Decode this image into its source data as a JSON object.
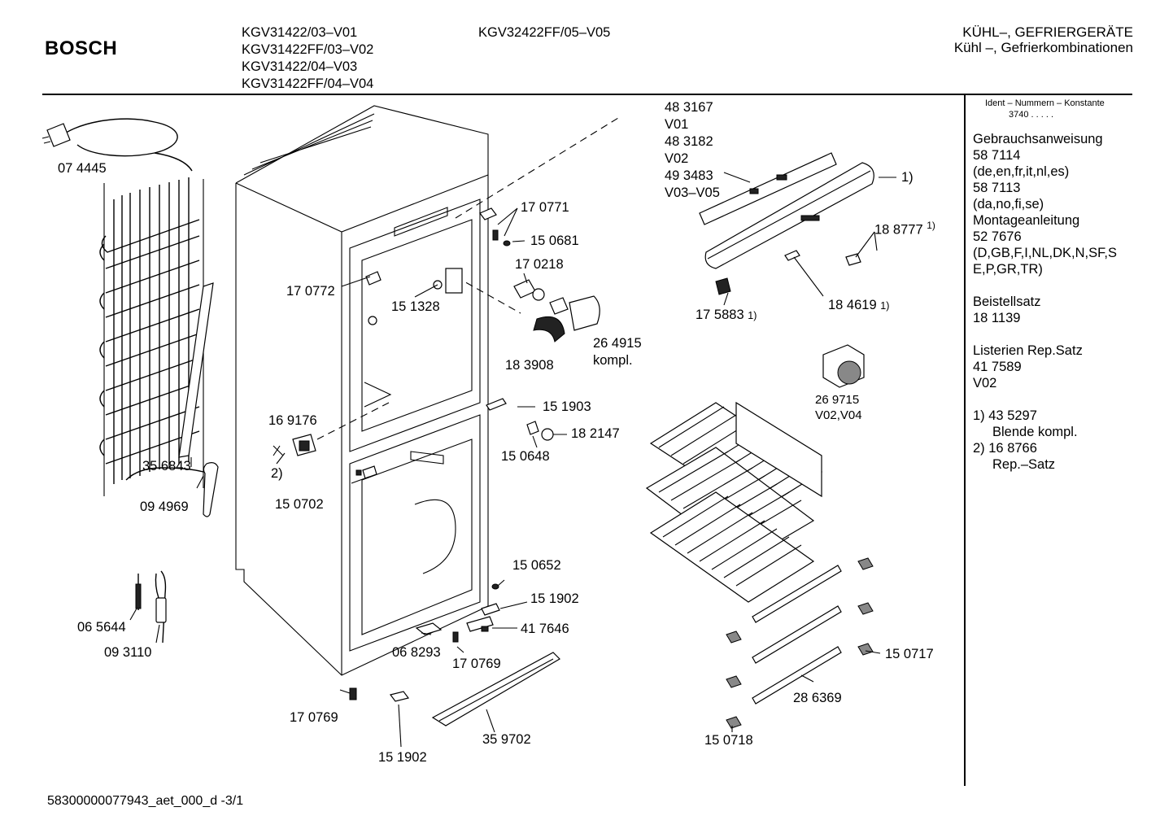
{
  "header": {
    "brand": "BOSCH",
    "models_left": [
      "KGV31422/03–V01",
      "KGV31422FF/03–V02",
      "KGV31422/04–V03",
      "KGV31422FF/04–V04"
    ],
    "model_right": "KGV32422FF/05–V05",
    "category_title": "KÜHL–, GEFRIERGERÄTE",
    "category_subtitle": "Kühl –, Gefrierkombinationen"
  },
  "sidebar": {
    "ident_title": "Ident – Nummern – Konstante",
    "ident_value": "3740  .  .  .  .  .",
    "lines": [
      "Gebrauchsanweisung",
      "58 7114",
      "(de,en,fr,it,nl,es)",
      "58 7113",
      "(da,no,fi,se)",
      "Montageanleitung",
      "52 7676",
      "(D,GB,F,I,NL,DK,N,SF,S",
      "E,P,GR,TR)",
      "",
      "Beistellsatz",
      "18 1139",
      "",
      "Listerien Rep.Satz",
      "41 7589",
      "V02",
      "",
      "1) 43 5297",
      "    Blende kompl.",
      "2) 16 8766",
      "    Rep.–Satz"
    ]
  },
  "parts": {
    "p074445": "07 4445",
    "p356843": "35 6843",
    "p094969": "09 4969",
    "p065644": "06 5644",
    "p093110": "09 3110",
    "p170772": "17 0772",
    "p151328": "15 1328",
    "p169176": "16 9176",
    "note2": "2)",
    "p150702": "15 0702",
    "p170771": "17 0771",
    "p150681": "15 0681",
    "p170218": "17 0218",
    "p264915": "26 4915",
    "p264915b": "kompl.",
    "p183908": "18 3908",
    "p151903": "15 1903",
    "p182147": "18 2147",
    "p150648": "15 0648",
    "p150652": "15 0652",
    "p151902a": "15 1902",
    "p417646": "41 7646",
    "p068293": "06 8293",
    "p170769a": "17 0769",
    "p170769b": "17 0769",
    "p151902b": "15 1902",
    "p359702": "35 9702",
    "p483167": "48 3167",
    "v01": "V01",
    "p483182": "48 3182",
    "v02": "V02",
    "p493483": "49 3483",
    "v0305": "V03–V05",
    "note1a": "1)",
    "p188777": "18 8777",
    "note1b": "1)",
    "p175883": "17 5883",
    "note1c": "1)",
    "p184619": "18 4619",
    "note1d": "1)",
    "p269715": "26 9715",
    "v0204": "V02,V04",
    "p150717": "15 0717",
    "p286369": "28 6369",
    "p150718": "15 0718"
  },
  "footer": {
    "doc_id": "58300000077943_aet_000_d  -3/1"
  }
}
